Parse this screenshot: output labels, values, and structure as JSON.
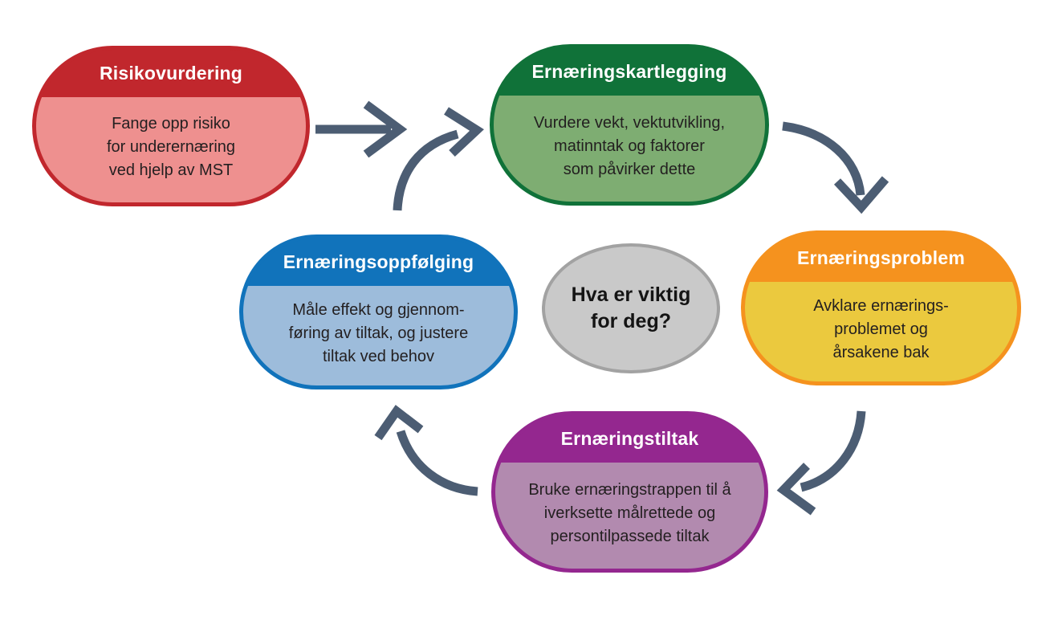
{
  "diagram": {
    "arrow_color": "#4c5d73",
    "center": {
      "text": "Hva er viktig\nfor deg?",
      "fill": "#c9c9c9",
      "border": "#a2a2a2"
    },
    "nodes": [
      {
        "id": "risikovurdering",
        "title": "Risikovurdering",
        "body": "Fange opp risiko\nfor underernæring\nved hjelp av MST",
        "color_main": "#c1272d",
        "color_light": "#ee908f"
      },
      {
        "id": "ernaeringskartlegging",
        "title": "Ernæringskartlegging",
        "body": "Vurdere vekt, vektutvikling,\nmatinntak og faktorer\nsom påvirker dette",
        "color_main": "#107239",
        "color_light": "#7ead72"
      },
      {
        "id": "ernaeringsproblem",
        "title": "Ernæringsproblem",
        "body": "Avklare ernærings-\nproblemet og\nårsakene bak",
        "color_main": "#f5921e",
        "color_light": "#ebc93e"
      },
      {
        "id": "ernaeringstiltak",
        "title": "Ernæringstiltak",
        "body": "Bruke ernæringstrappen til å\niverksette målrettede og\npersontilpassede tiltak",
        "color_main": "#94278f",
        "color_light": "#b28aaf"
      },
      {
        "id": "ernaeringsoppfoelging",
        "title": "Ernæringsoppfølging",
        "body": "Måle effekt og gjennom-\nføring av tiltak, og justere\ntiltak ved behov",
        "color_main": "#1173bb",
        "color_light": "#9dbcdb"
      }
    ]
  }
}
